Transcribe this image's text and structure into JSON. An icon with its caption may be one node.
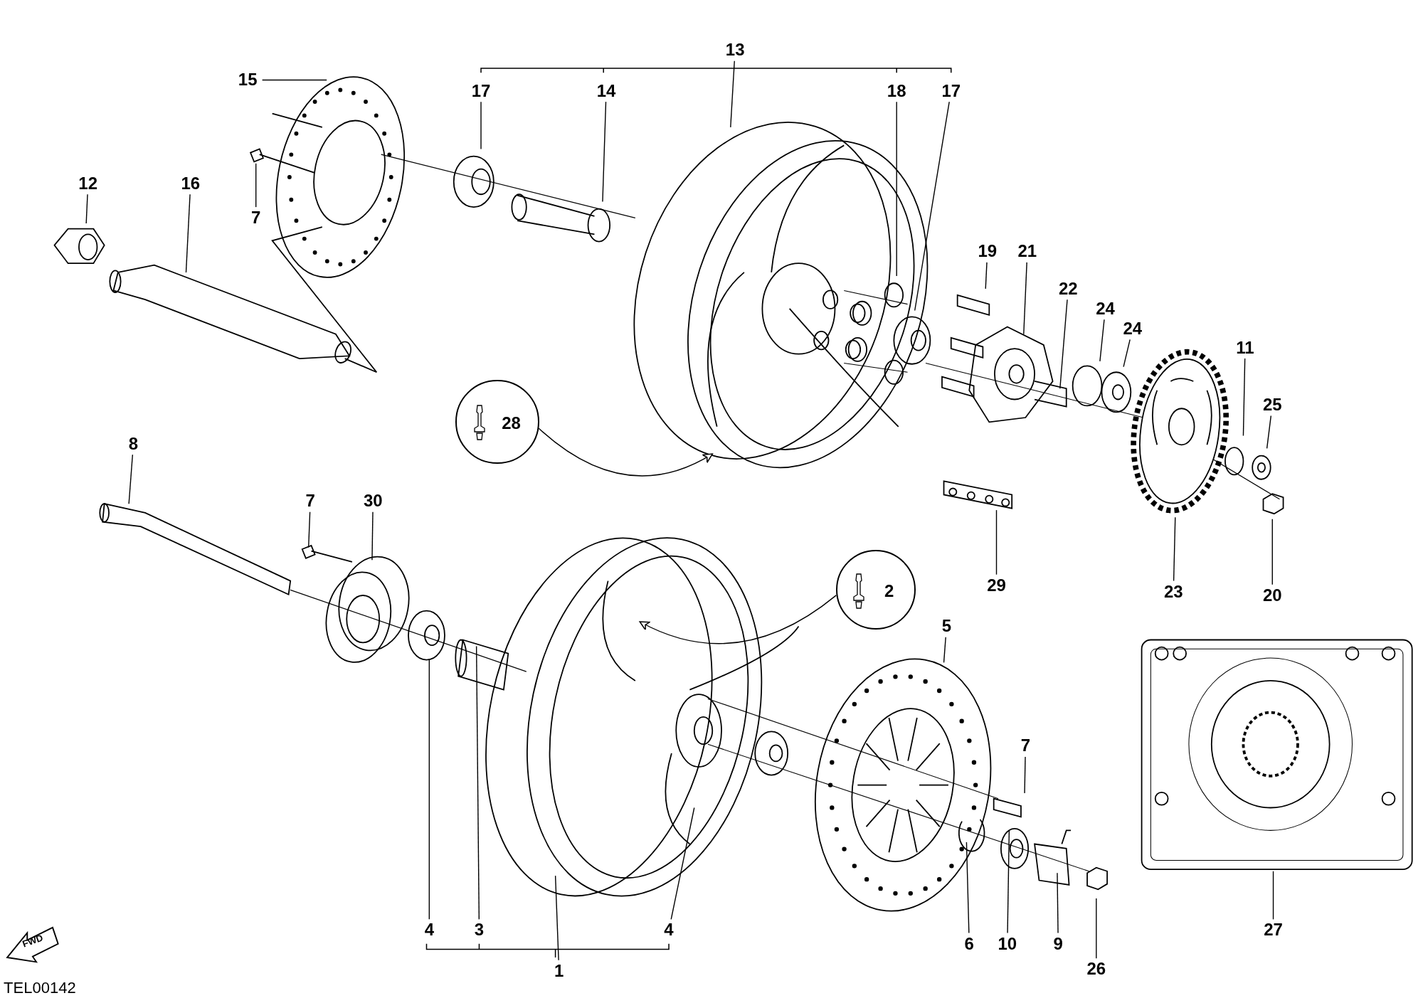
{
  "diagram": {
    "nodes": [
      {
        "text": [
          "13"
        ]
      },
      {
        "text": [
          "15"
        ]
      },
      {
        "text": [
          "17"
        ]
      },
      {
        "text": [
          "14"
        ]
      },
      {
        "text": [
          "18"
        ]
      },
      {
        "text": [
          "17"
        ]
      },
      {
        "text": [
          "12"
        ]
      },
      {
        "text": [
          "16"
        ]
      },
      {
        "text": [
          "7"
        ]
      },
      {
        "text": [
          "19"
        ]
      },
      {
        "text": [
          "21"
        ]
      },
      {
        "text": [
          "22"
        ]
      },
      {
        "text": [
          "24"
        ]
      },
      {
        "text": [
          "24"
        ]
      },
      {
        "text": [
          "11"
        ]
      },
      {
        "text": [
          "25"
        ]
      },
      {
        "text": [
          "28"
        ]
      },
      {
        "text": [
          "8"
        ]
      },
      {
        "text": [
          "7"
        ]
      },
      {
        "text": [
          "30"
        ]
      },
      {
        "text": [
          "29"
        ]
      },
      {
        "text": [
          "23"
        ]
      },
      {
        "text": [
          "20"
        ]
      },
      {
        "text": [
          "2"
        ]
      },
      {
        "text": [
          "5"
        ]
      },
      {
        "text": [
          "7"
        ]
      },
      {
        "text": [
          "27"
        ]
      },
      {
        "text": [
          "4"
        ]
      },
      {
        "text": [
          "3"
        ]
      },
      {
        "text": [
          "4"
        ]
      },
      {
        "text": [
          "6"
        ]
      },
      {
        "text": [
          "10"
        ]
      },
      {
        "text": [
          "9"
        ]
      },
      {
        "text": [
          "1"
        ]
      },
      {
        "text": [
          "26"
        ]
      }
    ],
    "edges": [
      {
        "from": 0,
        "to": null,
        "arrow": "none"
      },
      {
        "from": 1,
        "to": null,
        "arrow": "none"
      },
      {
        "from": 2,
        "to": null,
        "arrow": "none"
      },
      {
        "from": 3,
        "to": null,
        "arrow": "none"
      },
      {
        "from": 4,
        "to": null,
        "arrow": "none"
      },
      {
        "from": 5,
        "to": null,
        "arrow": "none"
      },
      {
        "from": 6,
        "to": null,
        "arrow": "none"
      },
      {
        "from": 7,
        "to": null,
        "arrow": "none"
      },
      {
        "from": 8,
        "to": null,
        "arrow": "none"
      },
      {
        "from": 9,
        "to": null,
        "arrow": "none"
      },
      {
        "from": 10,
        "to": null,
        "arrow": "none"
      },
      {
        "from": 11,
        "to": null,
        "arrow": "none"
      },
      {
        "from": 12,
        "to": null,
        "arrow": "none"
      },
      {
        "from": 13,
        "to": null,
        "arrow": "none"
      },
      {
        "from": 14,
        "to": null,
        "arrow": "none"
      },
      {
        "from": 15,
        "to": null,
        "arrow": "none"
      },
      {
        "from": 16,
        "to": null,
        "arrow": "to"
      },
      {
        "from": 17,
        "to": null,
        "arrow": "none"
      },
      {
        "from": 18,
        "to": null,
        "arrow": "none"
      },
      {
        "from": 19,
        "to": null,
        "arrow": "none"
      },
      {
        "from": 20,
        "to": null,
        "arrow": "none"
      },
      {
        "from": 21,
        "to": null,
        "arrow": "none"
      },
      {
        "from": 22,
        "to": null,
        "arrow": "none"
      },
      {
        "from": 23,
        "to": null,
        "arrow": "to"
      },
      {
        "from": 24,
        "to": null,
        "arrow": "none"
      },
      {
        "from": 25,
        "to": null,
        "arrow": "none"
      },
      {
        "from": 26,
        "to": null,
        "arrow": "none"
      },
      {
        "from": 27,
        "to": null,
        "arrow": "none"
      },
      {
        "from": 28,
        "to": null,
        "arrow": "none"
      },
      {
        "from": 29,
        "to": null,
        "arrow": "none"
      },
      {
        "from": 30,
        "to": null,
        "arrow": "none"
      },
      {
        "from": 31,
        "to": null,
        "arrow": "none"
      },
      {
        "from": 32,
        "to": null,
        "arrow": "none"
      },
      {
        "from": 33,
        "to": null,
        "arrow": "none"
      },
      {
        "from": 34,
        "to": null,
        "arrow": "none"
      }
    ],
    "labels": [
      "FWD",
      "TEL00142"
    ]
  }
}
